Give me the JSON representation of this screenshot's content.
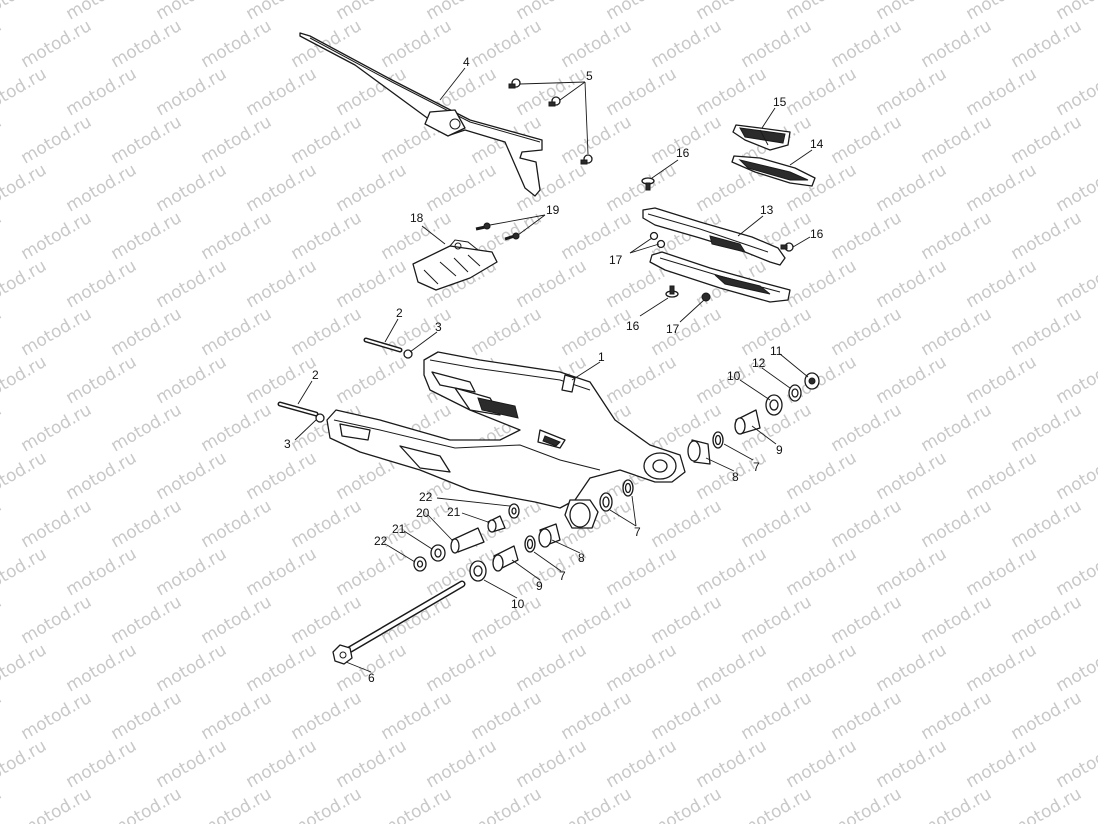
{
  "watermark": {
    "text": "motod.ru",
    "color": "#c8c8c8"
  },
  "callouts": {
    "c1": "1",
    "c2a": "2",
    "c2b": "2",
    "c3a": "3",
    "c3b": "3",
    "c4": "4",
    "c5": "5",
    "c6": "6",
    "c7a": "7",
    "c7b": "7",
    "c7c": "7",
    "c8a": "8",
    "c8b": "8",
    "c9a": "9",
    "c9b": "9",
    "c10a": "10",
    "c10b": "10",
    "c11": "11",
    "c12": "12",
    "c13": "13",
    "c14": "14",
    "c15": "15",
    "c16a": "16",
    "c16b": "16",
    "c16c": "16",
    "c17a": "17",
    "c17b": "17",
    "c18": "18",
    "c19": "19",
    "c20": "20",
    "c21a": "21",
    "c21b": "21",
    "c22a": "22",
    "c22b": "22"
  }
}
